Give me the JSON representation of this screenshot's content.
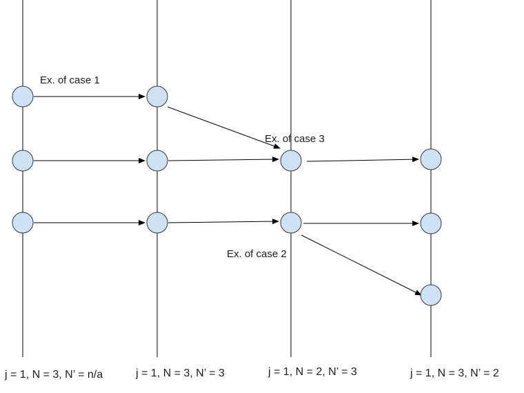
{
  "colors": {
    "node_fill": "#cfe2f3",
    "node_stroke": "#333333",
    "line": "#000000"
  },
  "lanes": [
    {
      "label": "j = 1, N = 3, N’ = n/a"
    },
    {
      "label": "j = 1, N = 3, N’ = 3"
    },
    {
      "label": "j = 1, N = 2, N’ = 3"
    },
    {
      "label": "j = 1, N = 3, N’ = 2"
    }
  ],
  "annotations": {
    "case1": "Ex. of case 1",
    "case3": "Ex. of case 3",
    "case2": "Ex. of case 2"
  }
}
